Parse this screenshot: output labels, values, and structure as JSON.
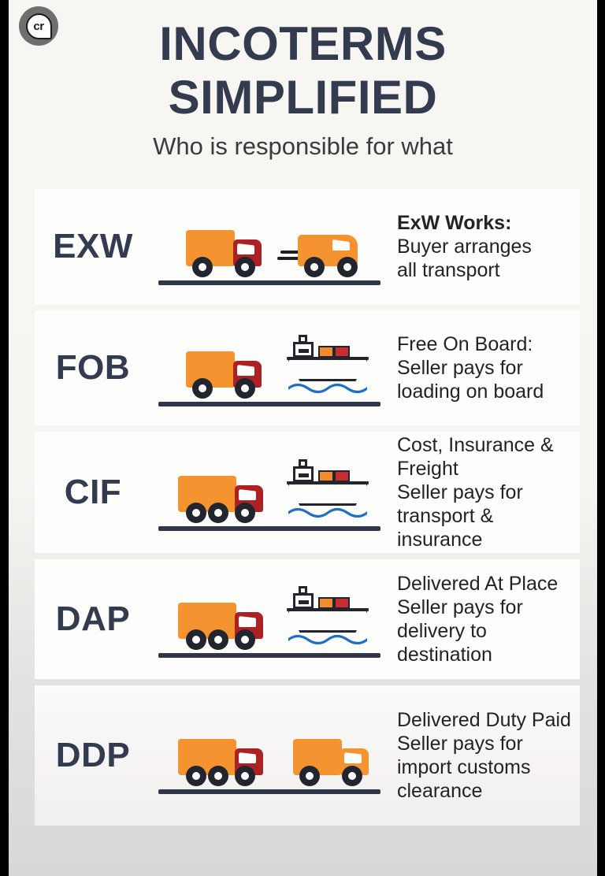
{
  "logo": {
    "text": "cr",
    "name": "cr-logo"
  },
  "header": {
    "title_line1": "INCOTERMS",
    "title_line2": "SIMPLIFIED",
    "subtitle": "Who is responsible for what"
  },
  "colors": {
    "background": "#f7f6f3",
    "heading": "#333c4e",
    "body_text": "#232323",
    "truck_box": "#f59331",
    "truck_cab": "#ad2024",
    "ground_bar": "#2e3648",
    "wave_blue": "#1f6fc4",
    "container_orange": "#f08c2e",
    "container_red": "#c62e32",
    "card_background": "#fdfdfc"
  },
  "rows": [
    {
      "code": "EXW",
      "title": "ExW Works:",
      "title_bold": true,
      "body_lines": [
        "Buyer arranges",
        "all transport"
      ],
      "icons": [
        "truck-icon",
        "van-icon"
      ]
    },
    {
      "code": "FOB",
      "title": "Free On Board:",
      "title_bold": false,
      "body_lines": [
        "Seller pays for",
        "loading on board"
      ],
      "icons": [
        "truck-icon",
        "ship-icon"
      ]
    },
    {
      "code": "CIF",
      "title": "Cost, Insurance & Freight",
      "title_bold": false,
      "body_lines": [
        "Seller pays for",
        "transport & insurance"
      ],
      "icons": [
        "truck-icon",
        "ship-icon"
      ]
    },
    {
      "code": "DAP",
      "title": "Delivered At Place",
      "title_bold": false,
      "body_lines": [
        "Seller pays for",
        "delivery to",
        "destination"
      ],
      "icons": [
        "truck-icon",
        "ship-icon"
      ]
    },
    {
      "code": "DDP",
      "title": "Delivered Duty Paid",
      "title_bold": false,
      "body_lines": [
        "Seller pays for",
        "import customs",
        "clearance"
      ],
      "icons": [
        "truck-icon",
        "truck-icon"
      ]
    }
  ]
}
